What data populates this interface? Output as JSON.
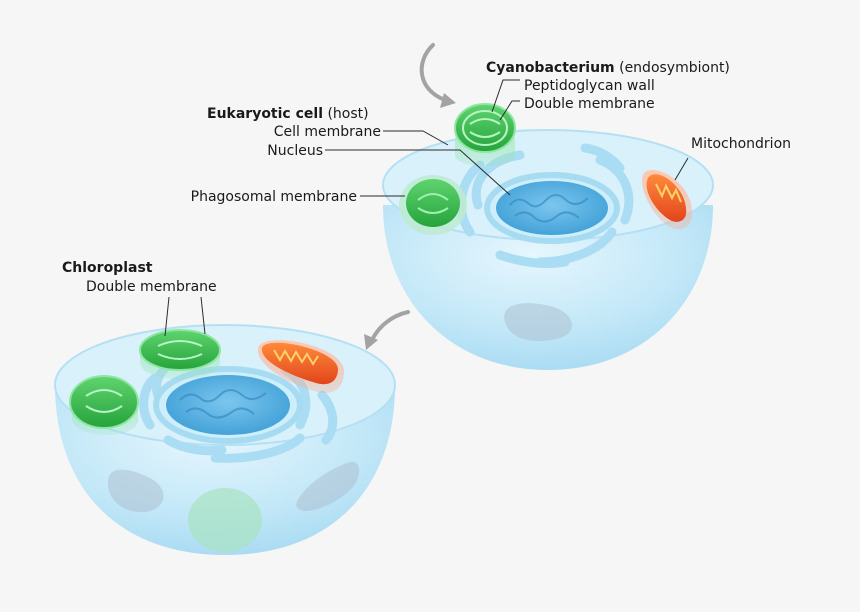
{
  "labels": {
    "cyanobacterium": {
      "title": "Cyanobacterium",
      "note": "(endosymbiont)"
    },
    "peptidoglycan_wall": "Peptidoglycan wall",
    "cyano_double_membrane": "Double membrane",
    "eukaryotic_cell": {
      "title": "Eukaryotic cell",
      "note": "(host)"
    },
    "cell_membrane": "Cell membrane",
    "nucleus": "Nucleus",
    "mitochondrion": "Mitochondrion",
    "phagosomal_membrane": "Phagosomal membrane",
    "chloroplast": "Chloroplast",
    "chloroplast_double_membrane": "Double membrane"
  },
  "colors": {
    "background": "#f6f6f6",
    "cell_body": "#bfe6f7",
    "cell_top": "#d7f0fb",
    "nucleus": "#4aa9dc",
    "chloroplast": "#3fbf55",
    "mitochondrion": "#f26a2a",
    "arrow": "#9a9a9a"
  }
}
